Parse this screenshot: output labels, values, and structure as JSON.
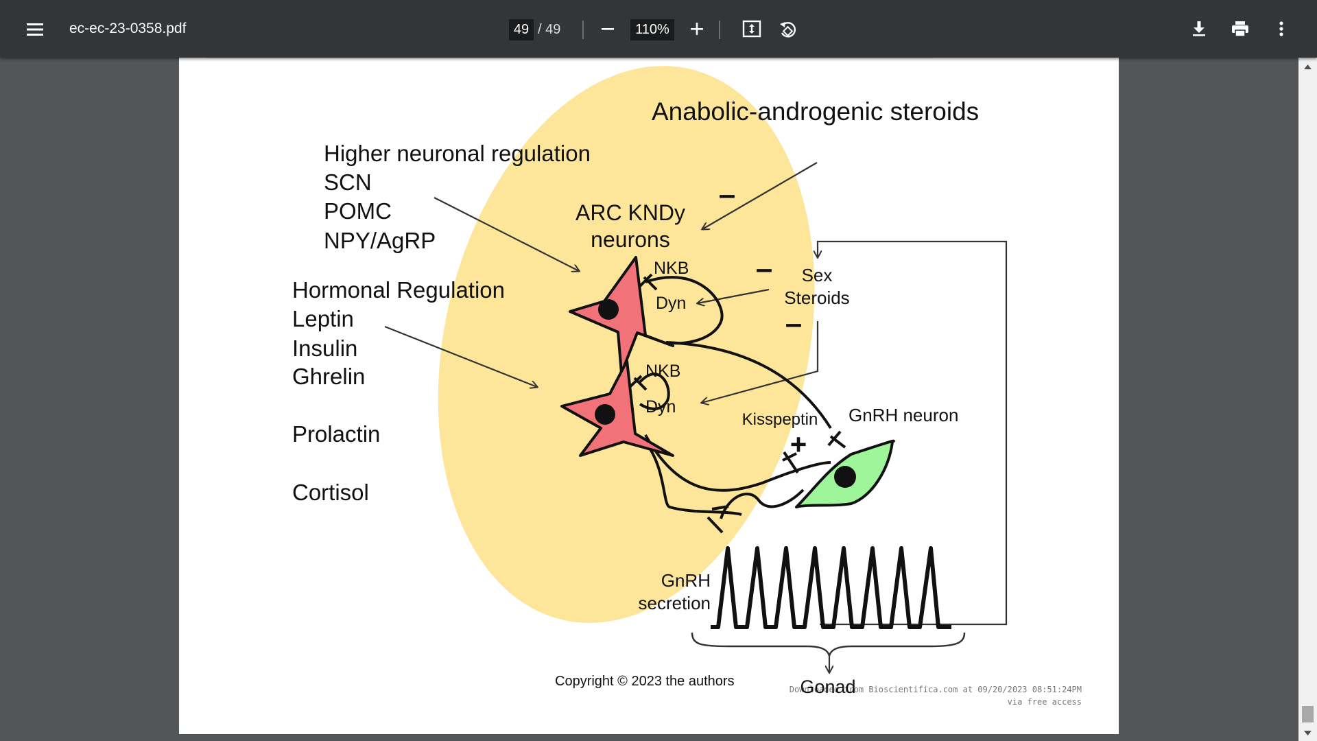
{
  "toolbar": {
    "menu_icon": "hamburger-menu-icon",
    "file_name": "ec-ec-23-0358.pdf",
    "current_page": "49",
    "page_separator": "/",
    "total_pages": "49",
    "zoom_level": "110%",
    "actions": [
      "zoom-out-icon",
      "zoom-in-icon",
      "fit-page-icon",
      "rotate-icon",
      "download-icon",
      "print-icon",
      "more-options-icon"
    ]
  },
  "figure": {
    "title": "Anabolic-androgenic steroids",
    "neuronal_regulation": {
      "heading": "Higher neuronal regulation",
      "items": [
        "SCN",
        "POMC",
        "NPY/AgRP"
      ]
    },
    "hormonal_regulation": {
      "heading": "Hormonal Regulation",
      "items": [
        "Leptin",
        "Insulin",
        "Ghrelin"
      ],
      "extra_items": [
        "Prolactin",
        "Cortisol"
      ]
    },
    "arc_label_line1": "ARC KNDy",
    "arc_label_line2": "neurons",
    "nkb_label": "NKB",
    "dyn_label": "Dyn",
    "sex_steroids_line1": "Sex",
    "sex_steroids_line2": "Steroids",
    "kisspeptin_label": "Kisspeptin",
    "gnrh_neuron_label": "GnRH neuron",
    "gnrh_secretion_line1": "GnRH",
    "gnrh_secretion_line2": "secretion",
    "gonad_label": "Gonad",
    "inhibit_sign": "–",
    "stimulate_sign": "+"
  },
  "footer": {
    "copyright": "Copyright © 2023 the authors",
    "download_line1": "Downloaded from Bioscientifica.com at 09/20/2023 08:51:24PM",
    "download_line2": "via free access"
  },
  "colors": {
    "toolbar_bg": "#323639",
    "viewer_bg": "#525659",
    "arc_region": "#fde59a",
    "kndy_neuron": "#f2727a",
    "gnrh_neuron": "#9ff59a"
  }
}
